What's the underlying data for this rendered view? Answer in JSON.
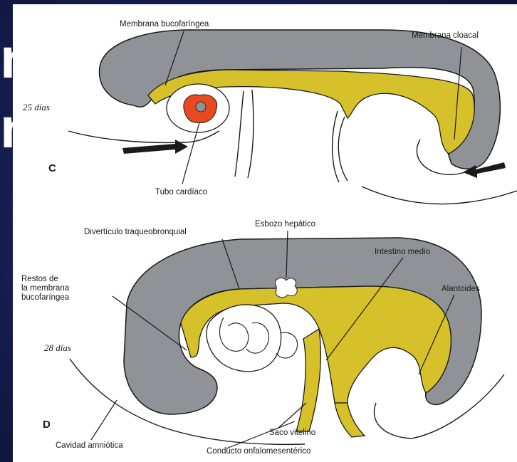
{
  "slide": {
    "background_color": "#141c4a",
    "partial_text": [
      "n",
      "n"
    ]
  },
  "figure": {
    "colors": {
      "ectoderm": "#8f9296",
      "endoderm": "#d6c12a",
      "heart": "#e8491f",
      "paper": "#ffffff",
      "line": "#1a1a1a"
    },
    "panel_c": {
      "letter": "C",
      "age": "25 días",
      "labels": {
        "buccopharyngeal": "Membrana bucofaríngea",
        "cloacal": "Membrana cloacal",
        "heart_tube": "Tubo cardíaco"
      }
    },
    "panel_d": {
      "letter": "D",
      "age": "28 días",
      "labels": {
        "tracheobronchial": "Divertículo traqueobronquial",
        "liver_bud": "Esbozo hepático",
        "midgut": "Intestino medio",
        "remnants": [
          "Restos de",
          "la membrana",
          "bucofaríngea"
        ],
        "allantois": "Alantoides",
        "yolk_sac": "Saco vitelino",
        "amniotic_cavity": "Cavidad amniótica",
        "vitelline_duct": "Conducto onfalomesentérico"
      }
    }
  }
}
